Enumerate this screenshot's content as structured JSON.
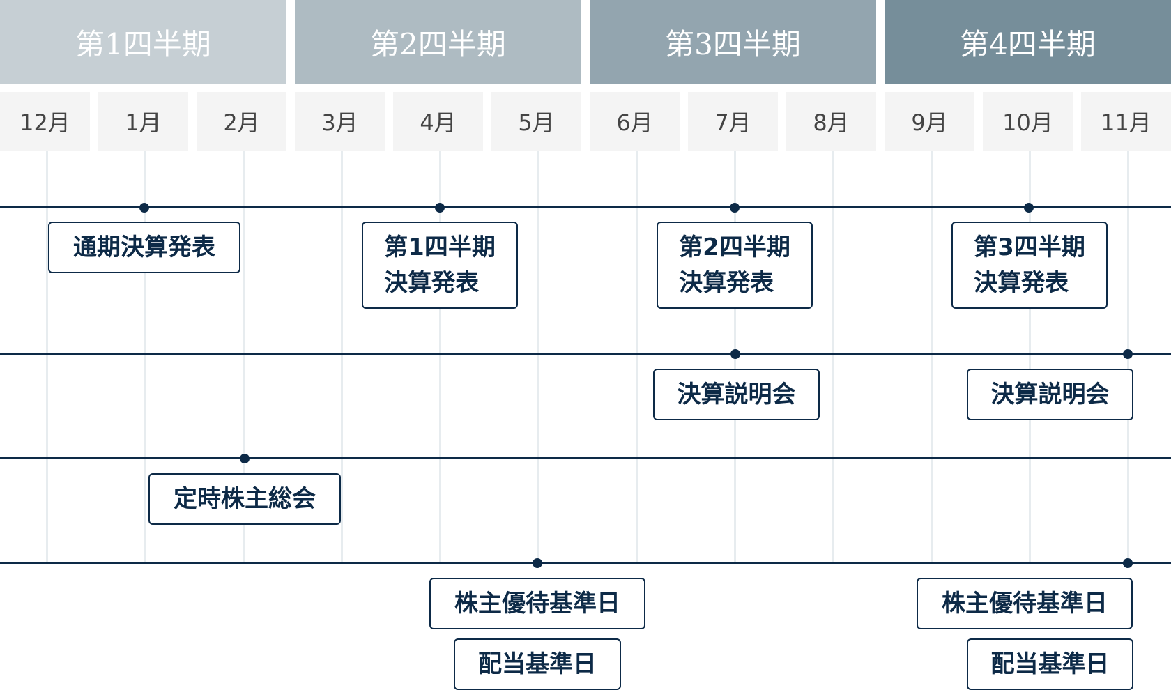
{
  "quarters": [
    {
      "label": "第1四半期",
      "color": "#c6cfd4"
    },
    {
      "label": "第2四半期",
      "color": "#aebbc2"
    },
    {
      "label": "第3四半期",
      "color": "#93a5af"
    },
    {
      "label": "第4四半期",
      "color": "#768e9a"
    }
  ],
  "months": [
    "12月",
    "1月",
    "2月",
    "3月",
    "4月",
    "5月",
    "6月",
    "7月",
    "8月",
    "9月",
    "10月",
    "11月"
  ],
  "events": {
    "earnings": {
      "annual": "通期決算発表",
      "q1": "第1四半期\n決算発表",
      "q2": "第2四半期\n決算発表",
      "q3": "第3四半期\n決算発表"
    },
    "briefings": {
      "first": "決算説明会",
      "second": "決算説明会"
    },
    "agm": "定時株主総会",
    "record_dates": {
      "benefit_1": "株主優待基準日",
      "dividend_1": "配当基準日",
      "benefit_2": "株主優待基準日",
      "dividend_2": "配当基準日"
    }
  },
  "colors": {
    "line": "#0d2a47",
    "box_text": "#0d2a47",
    "month_bg": "#f4f4f4",
    "month_text": "#444444",
    "grid": "#e7ecef"
  }
}
